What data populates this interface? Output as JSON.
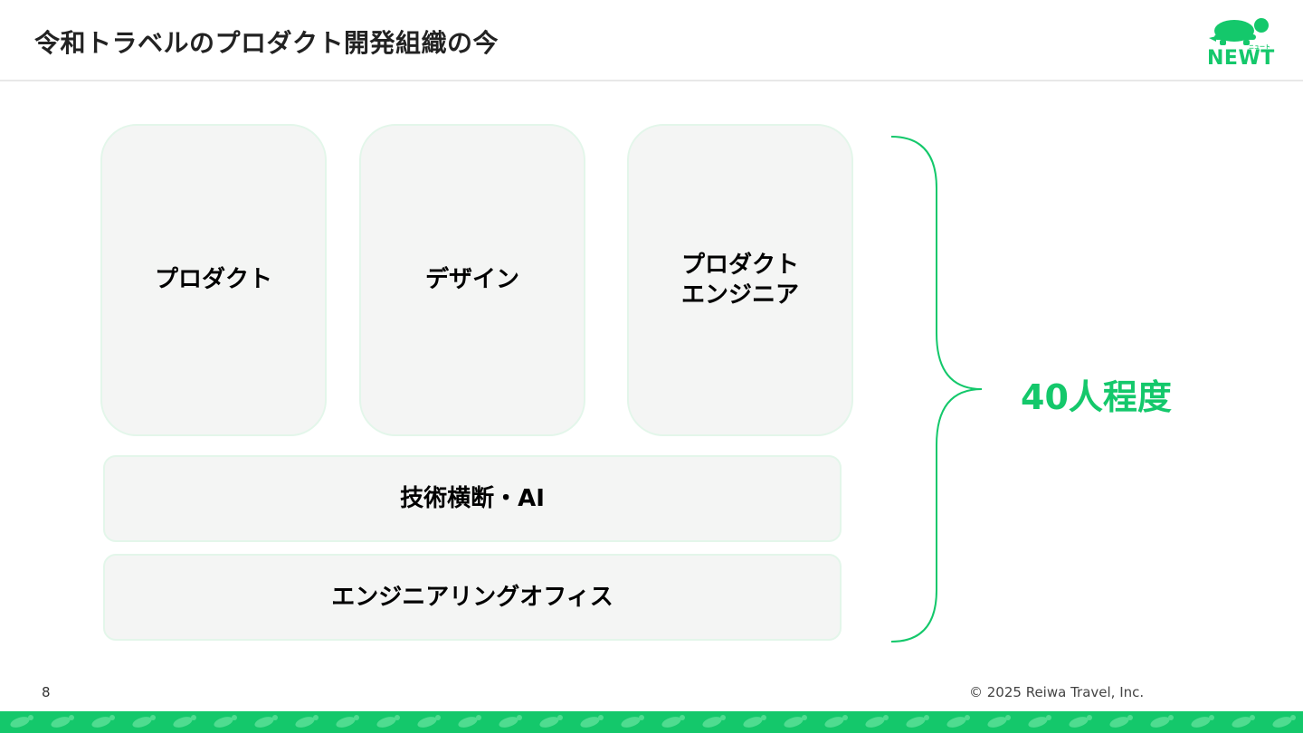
{
  "header": {
    "title": "令和トラベルのプロダクト開発組織の今",
    "logo_text": "NEWT",
    "logo_kana": "ニュート"
  },
  "teams": [
    {
      "label": "プロダクト"
    },
    {
      "label": "デザイン"
    },
    {
      "label": "プロダクト\nエンジニア"
    }
  ],
  "cross_teams": [
    {
      "label": "技術横断・AI"
    },
    {
      "label": "エンジニアリングオフィス"
    }
  ],
  "summary": {
    "headcount": "40人程度"
  },
  "footer": {
    "page_number": "8",
    "copyright": "© 2025 Reiwa Travel, Inc."
  },
  "colors": {
    "accent": "#14c86b",
    "box_bg": "#f4f5f4",
    "box_border": "#e3f6ea"
  },
  "icons": {
    "logo": "turtle-icon",
    "footer": "turtle-pattern"
  }
}
